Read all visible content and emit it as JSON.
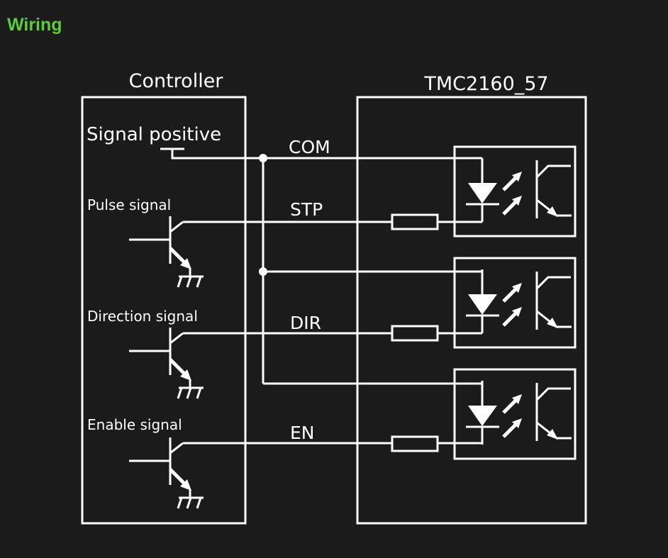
{
  "header": {
    "title": "Wiring",
    "title_color": "#5ccc3a"
  },
  "diagram": {
    "controller": {
      "label": "Controller",
      "signal_positive": "Signal positive",
      "pulse": "Pulse signal",
      "direction": "Direction signal",
      "enable": "Enable signal"
    },
    "driver": {
      "label": "TMC2160_57"
    },
    "wires": {
      "com": "COM",
      "stp": "STP",
      "dir": "DIR",
      "en": "EN"
    }
  }
}
